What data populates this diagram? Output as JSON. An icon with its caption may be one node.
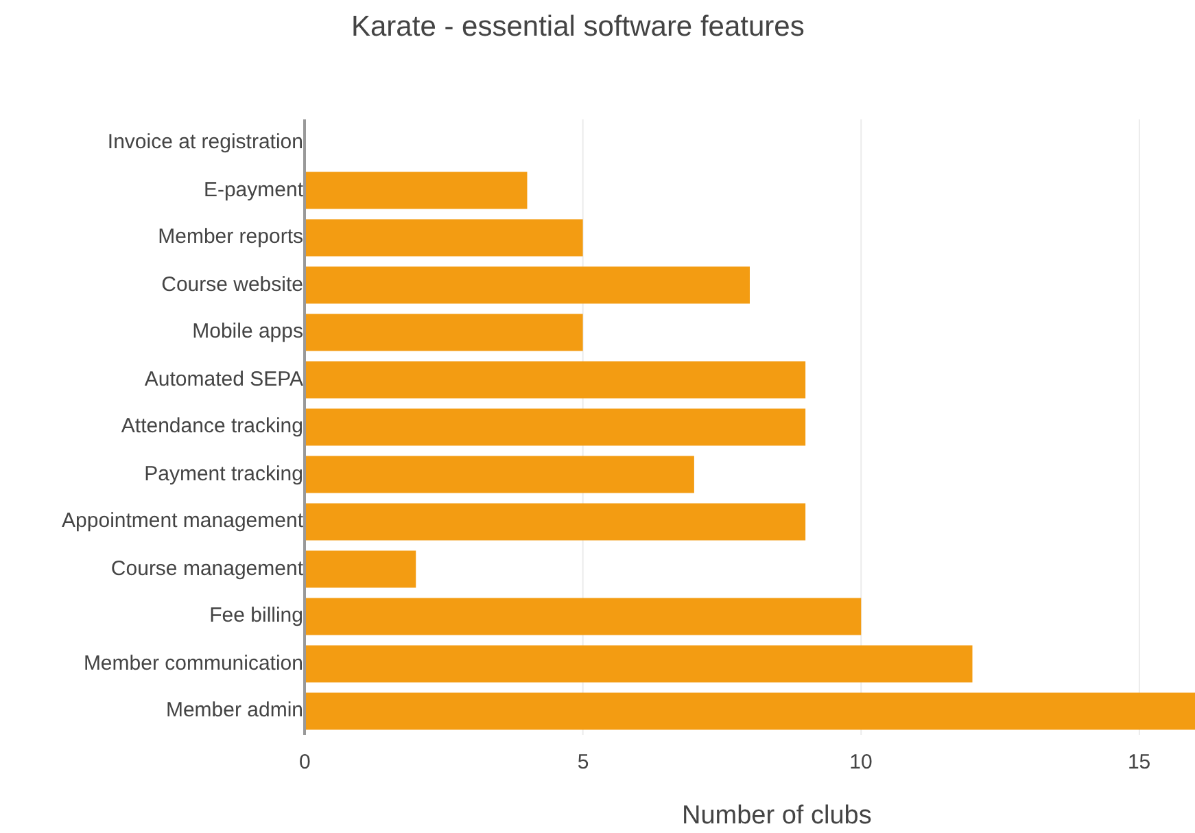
{
  "diagram": {
    "chart_data": {
      "type": "bar",
      "orientation": "horizontal",
      "title": "Karate - essential software features",
      "xlabel": "Number of clubs",
      "categories": [
        "Invoice at registration",
        "E-payment",
        "Member reports",
        "Course website",
        "Mobile apps",
        "Automated SEPA",
        "Attendance tracking",
        "Payment tracking",
        "Appointment management",
        "Course management",
        "Fee billing",
        "Member communication",
        "Member admin"
      ],
      "series": [
        {
          "color": "#f39c12",
          "values": [
            0,
            4,
            5,
            8,
            5,
            9,
            9,
            7,
            9,
            2,
            10,
            12,
            16
          ]
        }
      ],
      "xlim": [
        0,
        16
      ],
      "xticks": [
        0,
        5,
        10,
        15
      ],
      "grid": true
    }
  }
}
